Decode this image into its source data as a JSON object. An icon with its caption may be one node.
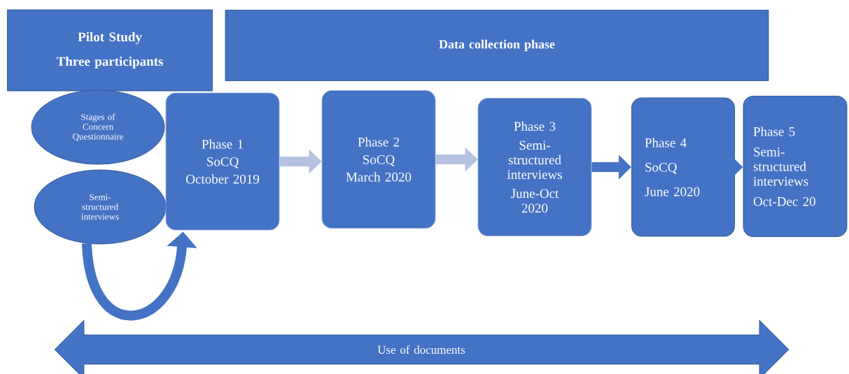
{
  "diagram": {
    "nodes": [
      {
        "text": [
          "Pilot Study",
          "Three participants"
        ]
      },
      {
        "text": [
          "Data collection phase"
        ]
      },
      {
        "text": [
          "Stages of Concern Questionnaire"
        ]
      },
      {
        "text": [
          "Semi-structured interviews"
        ]
      },
      {
        "text": [
          "Phase 1",
          "SoCQ",
          "October 2019"
        ]
      },
      {
        "text": [
          "Phase 2",
          "SoCQ",
          "March 2020"
        ]
      },
      {
        "text": [
          "Phase 3",
          "Semi-structured interviews",
          "June-Oct 2020"
        ]
      },
      {
        "text": [
          "Phase 4",
          "SoCQ",
          "June 2020"
        ]
      },
      {
        "text": [
          "Phase 5",
          "Semi-structured interviews",
          "Oct-Dec 20"
        ]
      },
      {
        "text": [
          "Use of documents"
        ]
      }
    ],
    "edges": [
      {
        "from": 3,
        "to": 4,
        "arrow": "to",
        "color": "#4472c4"
      },
      {
        "from": 4,
        "to": 5,
        "arrow": "to",
        "color": "#b4c1e1"
      },
      {
        "from": 5,
        "to": 6,
        "arrow": "to",
        "color": "#b4c1e1"
      },
      {
        "from": 6,
        "to": 7,
        "arrow": "to",
        "color": "#4472c4"
      },
      {
        "from": 7,
        "to": 8,
        "arrow": "to",
        "color": "#4472c4"
      }
    ]
  }
}
